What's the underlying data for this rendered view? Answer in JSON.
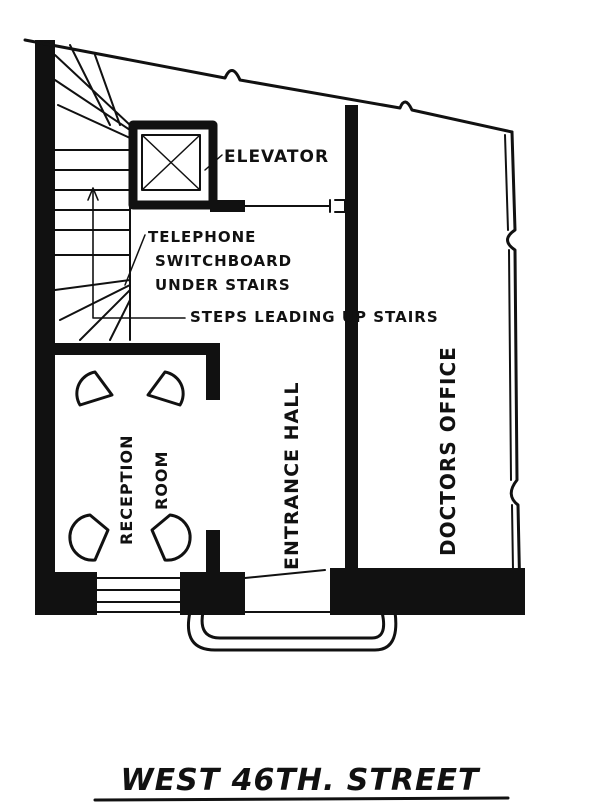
{
  "plan": {
    "labels": {
      "elevator": "ELEVATOR",
      "telephone": "TELEPHONE",
      "switchboard": "SWITCHBOARD",
      "under_stairs": "UNDER STAIRS",
      "steps": "STEPS LEADING UP STAIRS",
      "entrance_hall": "ENTRANCE HALL",
      "doctors_office": "DOCTORS OFFICE",
      "reception": "RECEPTION",
      "room": "ROOM"
    },
    "street": "WEST 46TH. STREET"
  }
}
